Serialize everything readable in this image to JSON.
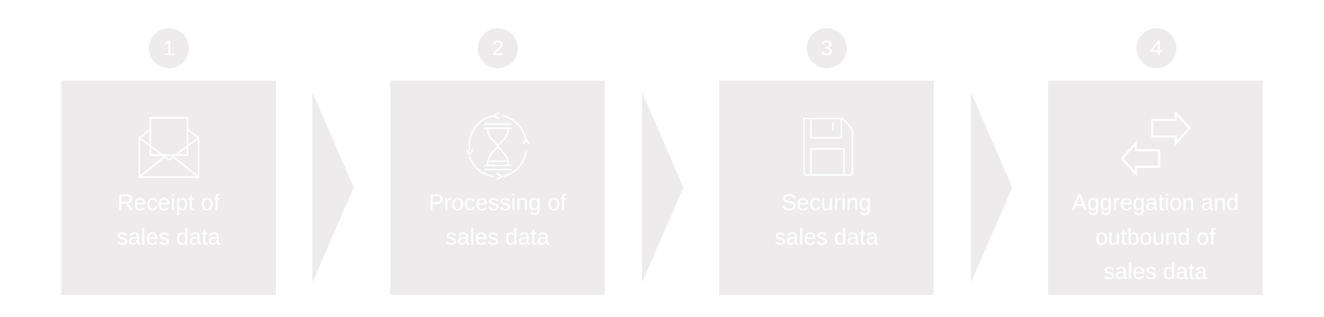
{
  "steps": [
    {
      "number": "1",
      "label": "Receipt of\nsales data",
      "icon": "envelope-icon"
    },
    {
      "number": "2",
      "label": "Processing of\nsales data",
      "icon": "hourglass-cycle-icon"
    },
    {
      "number": "3",
      "label": "Securing\nsales data",
      "icon": "floppy-disk-icon"
    },
    {
      "number": "4",
      "label": "Aggregation and\noutbound of\nsales data",
      "icon": "exchange-arrows-icon"
    }
  ],
  "colors": {
    "card_background": "#edebeb",
    "text": "#ffffff"
  }
}
